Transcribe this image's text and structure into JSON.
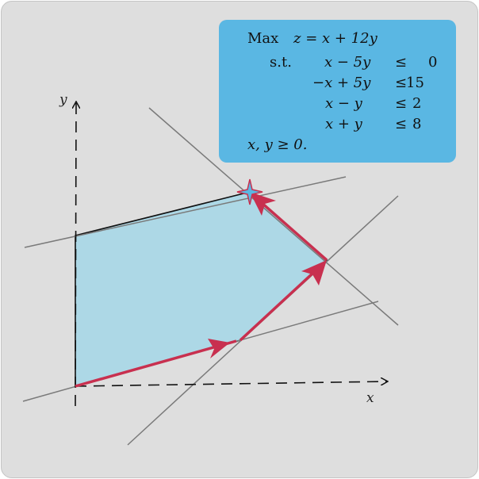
{
  "problem": {
    "objective_kw": "Max",
    "objective": "z = x + 12y",
    "st_kw": "s.t.",
    "constraints": [
      {
        "lhs": "x −  5y",
        "rel": "≤",
        "rhs": "0"
      },
      {
        "lhs": "−x +  5y",
        "rel": "≤",
        "rhs": "15"
      },
      {
        "lhs": "x  −  y",
        "rel": "≤",
        "rhs": "2"
      },
      {
        "lhs": "x  +  y",
        "rel": "≤",
        "rhs": "8"
      }
    ],
    "nonneg": "x, y ≥ 0."
  },
  "axes": {
    "x_label": "x",
    "y_label": "y"
  },
  "colors": {
    "background": "#dedede",
    "box": "#5ab7e3",
    "feasible_region": "#add8e6",
    "path": "#c8304f",
    "lines": "#7a7a7a"
  }
}
